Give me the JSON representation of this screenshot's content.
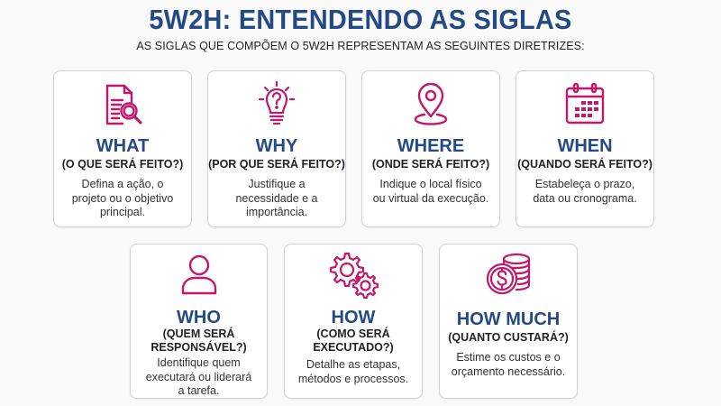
{
  "header": {
    "title": "5W2H: ENTENDENDO AS SIGLAS",
    "subtitle": "AS SIGLAS QUE COMPÕEM O 5W2H REPRESENTAM AS SEGUINTES DIRETRIZES:"
  },
  "colors": {
    "title": "#244a86",
    "icon": "#c2176b",
    "card_border": "#cfd4dc",
    "background": "#fafafa"
  },
  "cards": [
    {
      "icon": "document-search-icon",
      "label": "WHAT",
      "question": "(O QUE SERÁ FEITO?)",
      "description": "Defina a ação, o\nprojeto ou o objetivo\nprincipal."
    },
    {
      "icon": "lightbulb-question-icon",
      "label": "WHY",
      "question": "(POR QUE SERÁ FEITO?)",
      "description": "Justifique a\nnecessidade e a\nimportância."
    },
    {
      "icon": "location-pin-icon",
      "label": "WHERE",
      "question": "(ONDE SERÁ FEITO?)",
      "description": "Indique o local físico\nou virtual da execução."
    },
    {
      "icon": "calendar-icon",
      "label": "WHEN",
      "question": "(QUANDO SERÁ FEITO?)",
      "description": "Estabeleça o prazo,\ndata ou cronograma."
    },
    {
      "icon": "person-icon",
      "label": "WHO",
      "question": "(QUEM SERÁ\nRESPONSÁVEL?)",
      "description": "Identifique quem\nexecutará ou liderará\na tarefa."
    },
    {
      "icon": "gears-icon",
      "label": "HOW",
      "question": "(COMO SERÁ\nEXECUTADO?)",
      "description": "Detalhe as etapas,\nmétodos e processos."
    },
    {
      "icon": "coins-dollar-icon",
      "label": "HOW MUCH",
      "question": "(QUANTO CUSTARÁ?)",
      "description": "Estime os custos e o\norçamento necessário."
    }
  ]
}
